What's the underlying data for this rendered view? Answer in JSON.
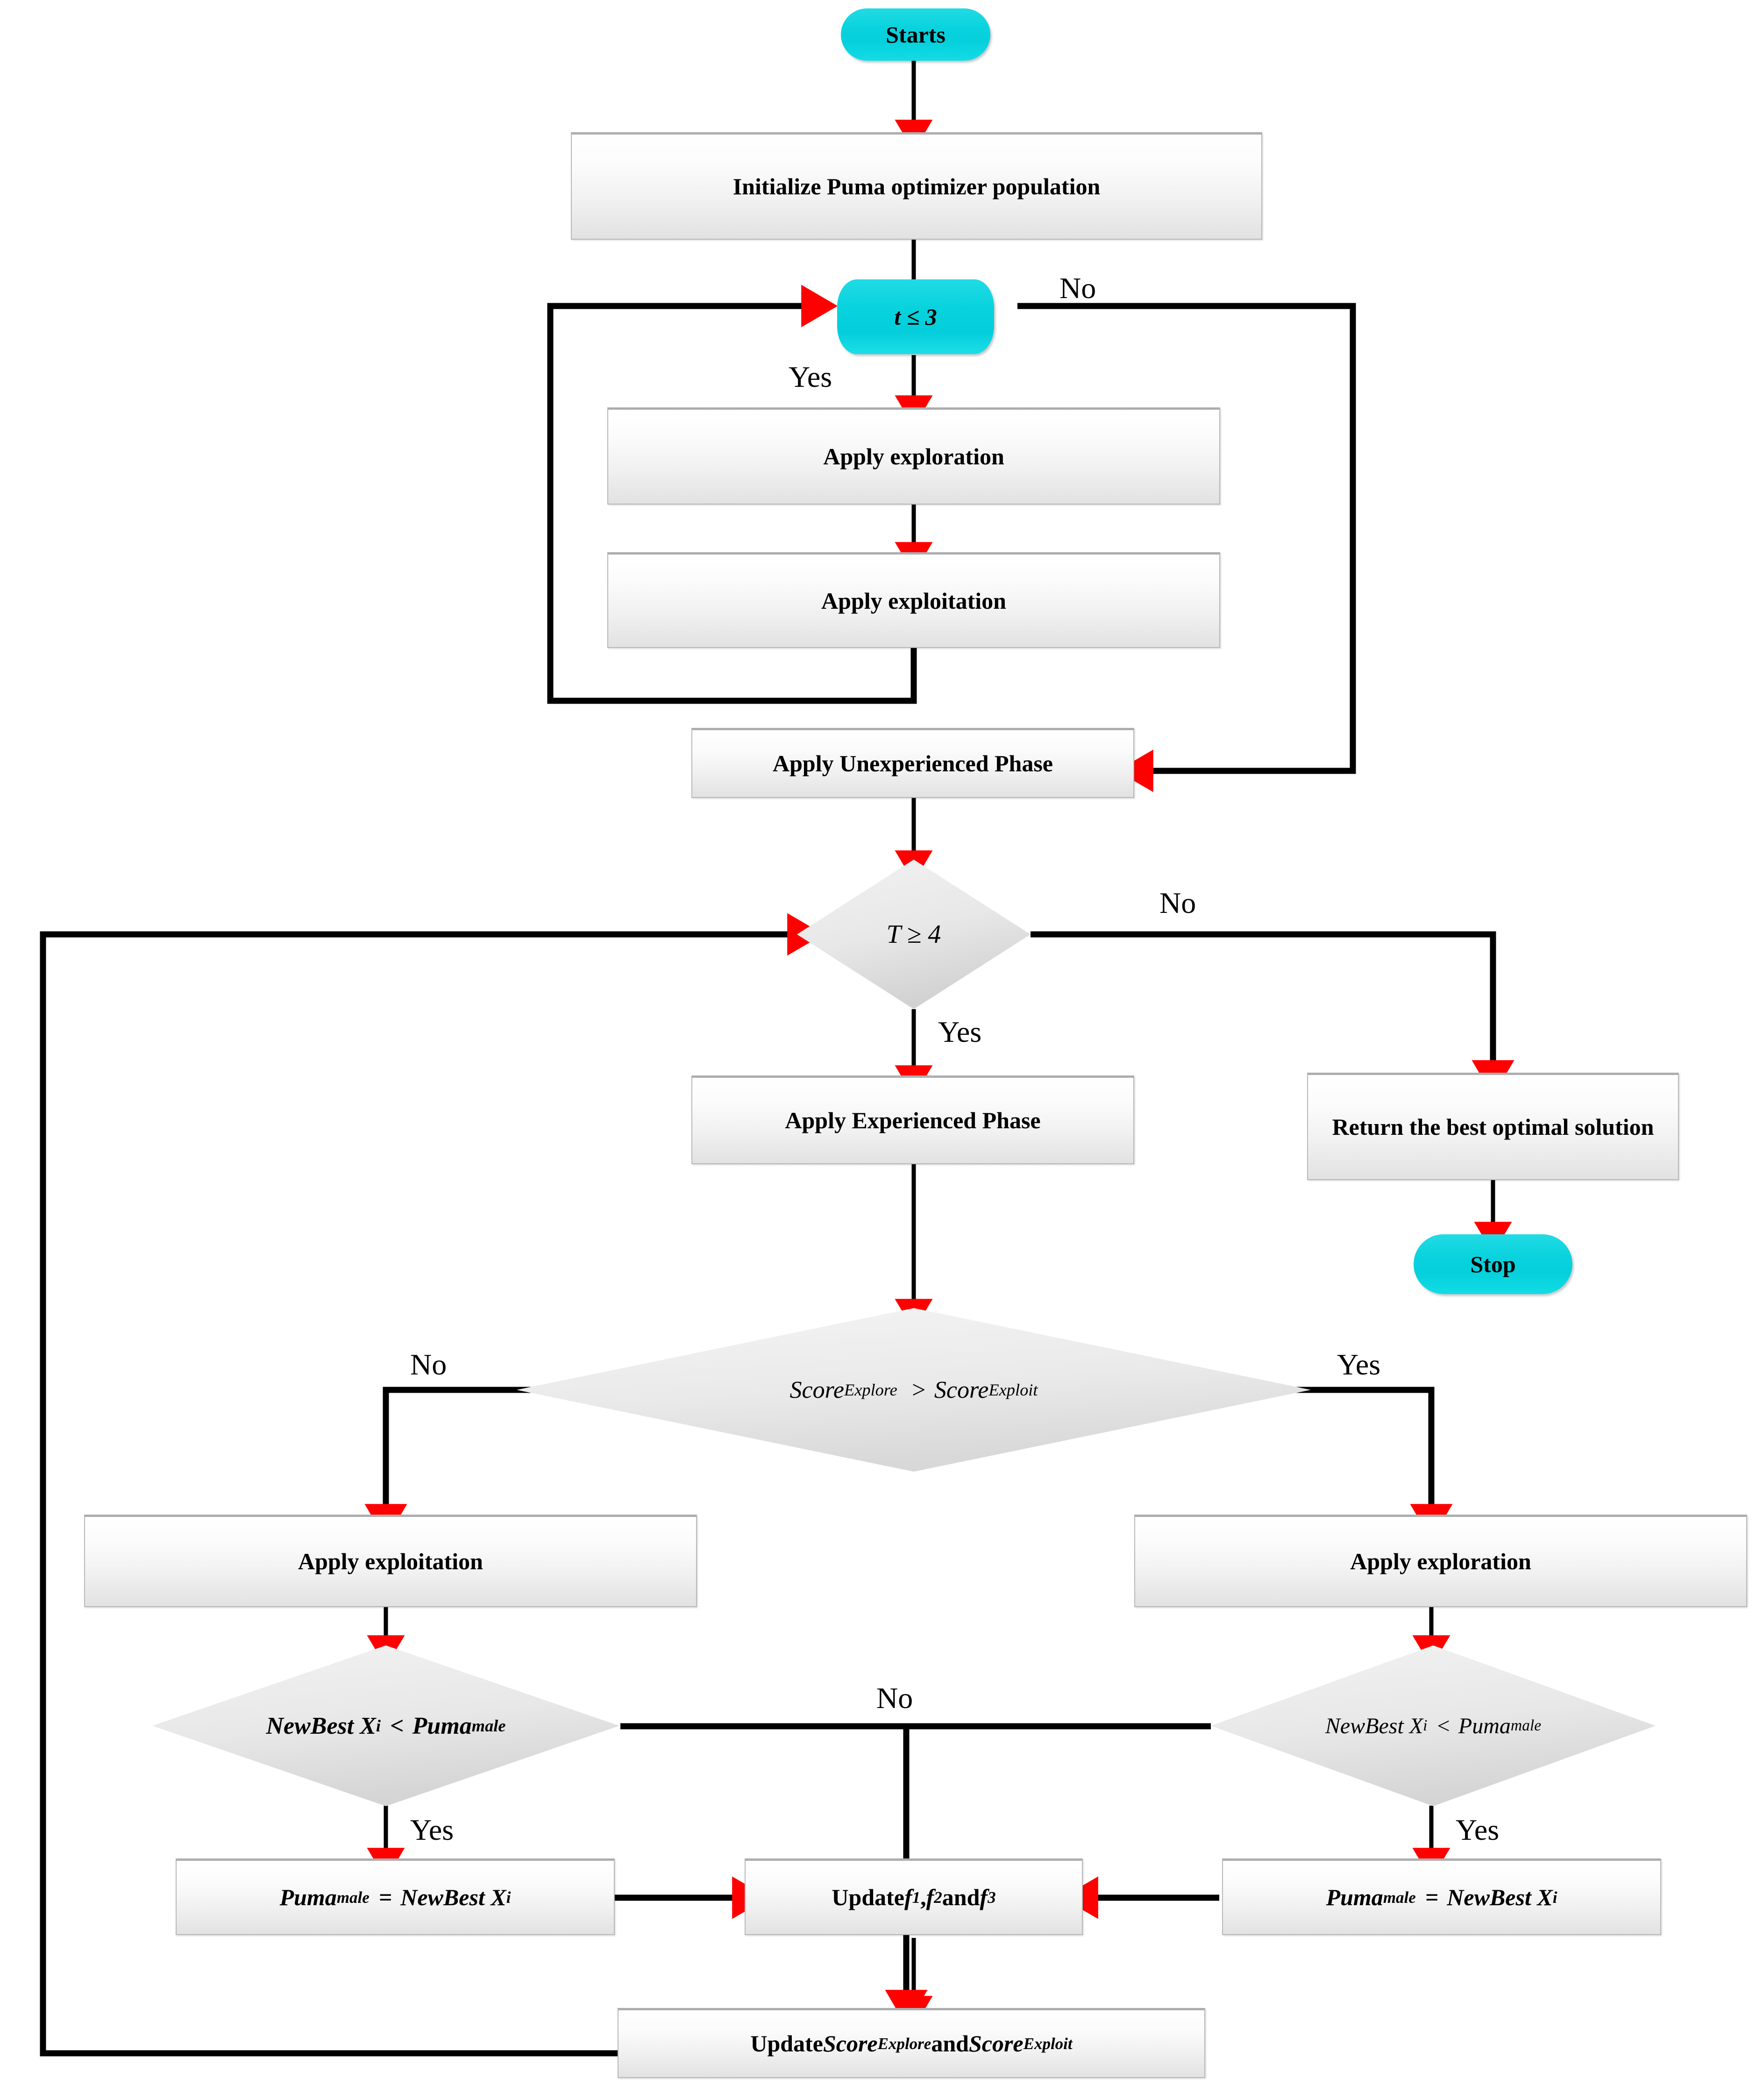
{
  "diagram": {
    "title": "Puma Optimizer Flowchart",
    "colors": {
      "terminator_fill": "#07d2dd",
      "process_fill": "#f1f1f1",
      "process_border": "#b8b8b8",
      "decision_fill": "#e6e6e6",
      "connector_line": "#000000",
      "arrowhead": "#ff0000",
      "background": "#ffffff"
    },
    "nodes": {
      "start": {
        "label": "Starts",
        "shape": "terminator"
      },
      "initialize": {
        "label": "Initialize Puma optimizer population",
        "shape": "process"
      },
      "cond_t": {
        "label": "t ≤ 3",
        "shape": "decision-rounded"
      },
      "apply_exploration_top": {
        "label": "Apply exploration",
        "shape": "process"
      },
      "apply_exploitation_top": {
        "label": "Apply exploitation",
        "shape": "process"
      },
      "unexperienced": {
        "label": "Apply Unexperienced Phase",
        "shape": "process"
      },
      "cond_T": {
        "label": "T ≥ 4",
        "shape": "diamond"
      },
      "experienced": {
        "label": "Apply Experienced Phase",
        "shape": "process"
      },
      "return_best": {
        "label": "Return the best optimal solution",
        "shape": "process"
      },
      "stop": {
        "label": "Stop",
        "shape": "terminator"
      },
      "cond_score": {
        "shape": "diamond",
        "lhs_base": "Score",
        "lhs_sub": "Explore",
        "operator": ">",
        "rhs_base": "Score",
        "rhs_sub": "Exploit"
      },
      "apply_exploitation_left": {
        "label": "Apply exploitation",
        "shape": "process"
      },
      "apply_exploration_right": {
        "label": "Apply exploration",
        "shape": "process"
      },
      "cond_newbest_left": {
        "shape": "diamond",
        "lhs": "NewBest X",
        "lhs_sub": "i",
        "operator": "<",
        "rhs": "Puma",
        "rhs_sub": "male"
      },
      "cond_newbest_right": {
        "shape": "diamond",
        "lhs": "NewBest X",
        "lhs_sub": "i",
        "operator": "<",
        "rhs": "Puma",
        "rhs_sub": "male"
      },
      "assign_left": {
        "shape": "process",
        "lhs": "Puma",
        "lhs_sub": "male",
        "operator": "=",
        "rhs": "NewBest X",
        "rhs_sub": "i"
      },
      "assign_right": {
        "shape": "process",
        "lhs": "Puma",
        "lhs_sub": "male",
        "operator": "=",
        "rhs": "NewBest X",
        "rhs_sub": "i"
      },
      "update_f": {
        "shape": "process",
        "prefix": "Update ",
        "f1": "f",
        "f1_sub": "1",
        "sep1": ", ",
        "f2": "f",
        "f2_sub": "2",
        "sep2": " and ",
        "f3": "f",
        "f3_sub": "3"
      },
      "update_scores": {
        "shape": "process",
        "prefix": "Update ",
        "s1": "Score",
        "s1_sub": "Explore",
        "sep": " and ",
        "s2": "Score",
        "s2_sub": "Exploit"
      }
    },
    "edge_labels": {
      "no_t": "No",
      "yes_t": "Yes",
      "no_T": "No",
      "yes_T": "Yes",
      "no_score": "No",
      "yes_score": "Yes",
      "no_newbest": "No",
      "yes_newbest_left": "Yes",
      "yes_newbest_right": "Yes"
    }
  }
}
